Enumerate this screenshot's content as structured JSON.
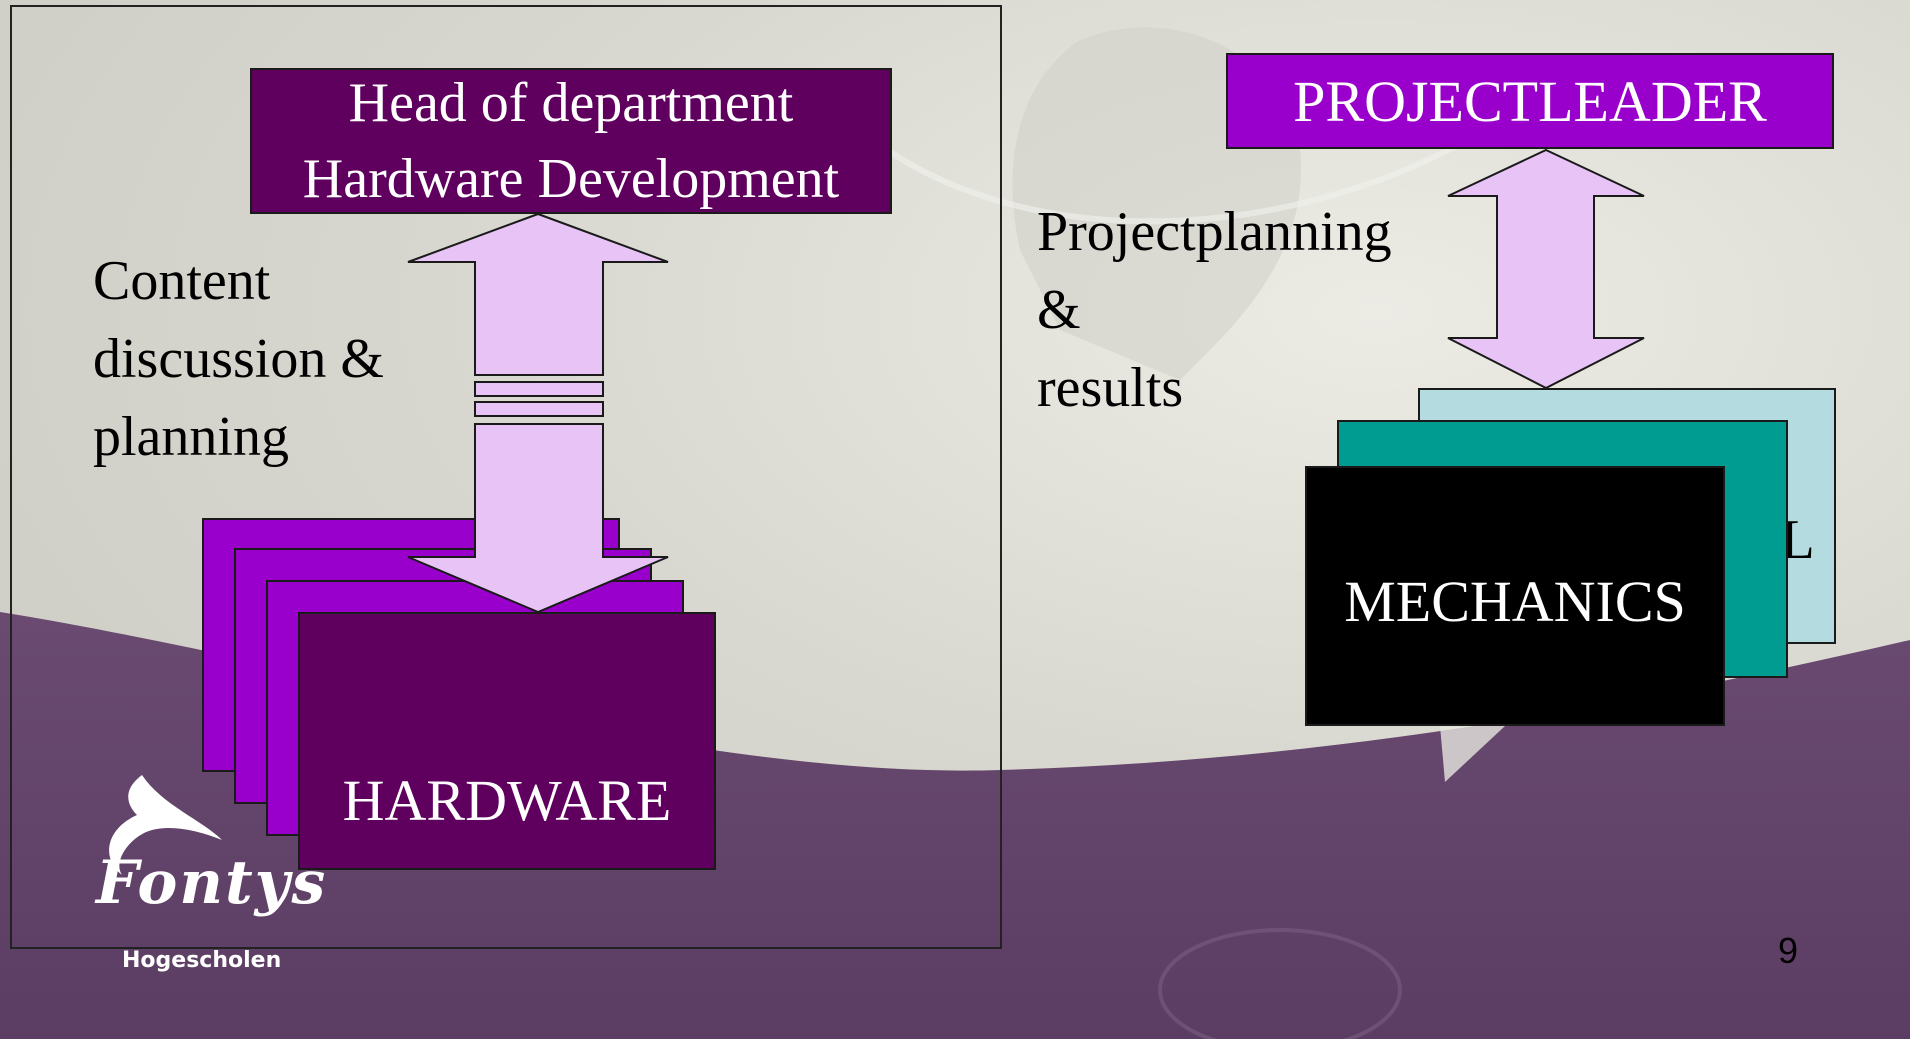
{
  "slide": {
    "head_box": {
      "line1": "Head of department",
      "line2": "Hardware Development"
    },
    "left_annotation": {
      "line1": "Content",
      "line2": "discussion &",
      "line3": "planning"
    },
    "hardware_box": "HARDWARE",
    "projectleader_box": "PROJECTLEADER",
    "right_annotation": {
      "line1": "Projectplanning",
      "line2": "&",
      "line3": "results"
    },
    "mechanics_box": "MECHANICS",
    "partial_label": "AL",
    "page_number": "9",
    "logo": {
      "name": "Fontys",
      "subtitle": "Hogescholen"
    }
  },
  "colors": {
    "dark_purple": "#5f005f",
    "bright_purple": "#9a00cc",
    "arrow_fill": "#e8c4f6",
    "teal": "#009b91",
    "light_teal": "#b4dce0",
    "band_purple": "#5a3a62"
  }
}
